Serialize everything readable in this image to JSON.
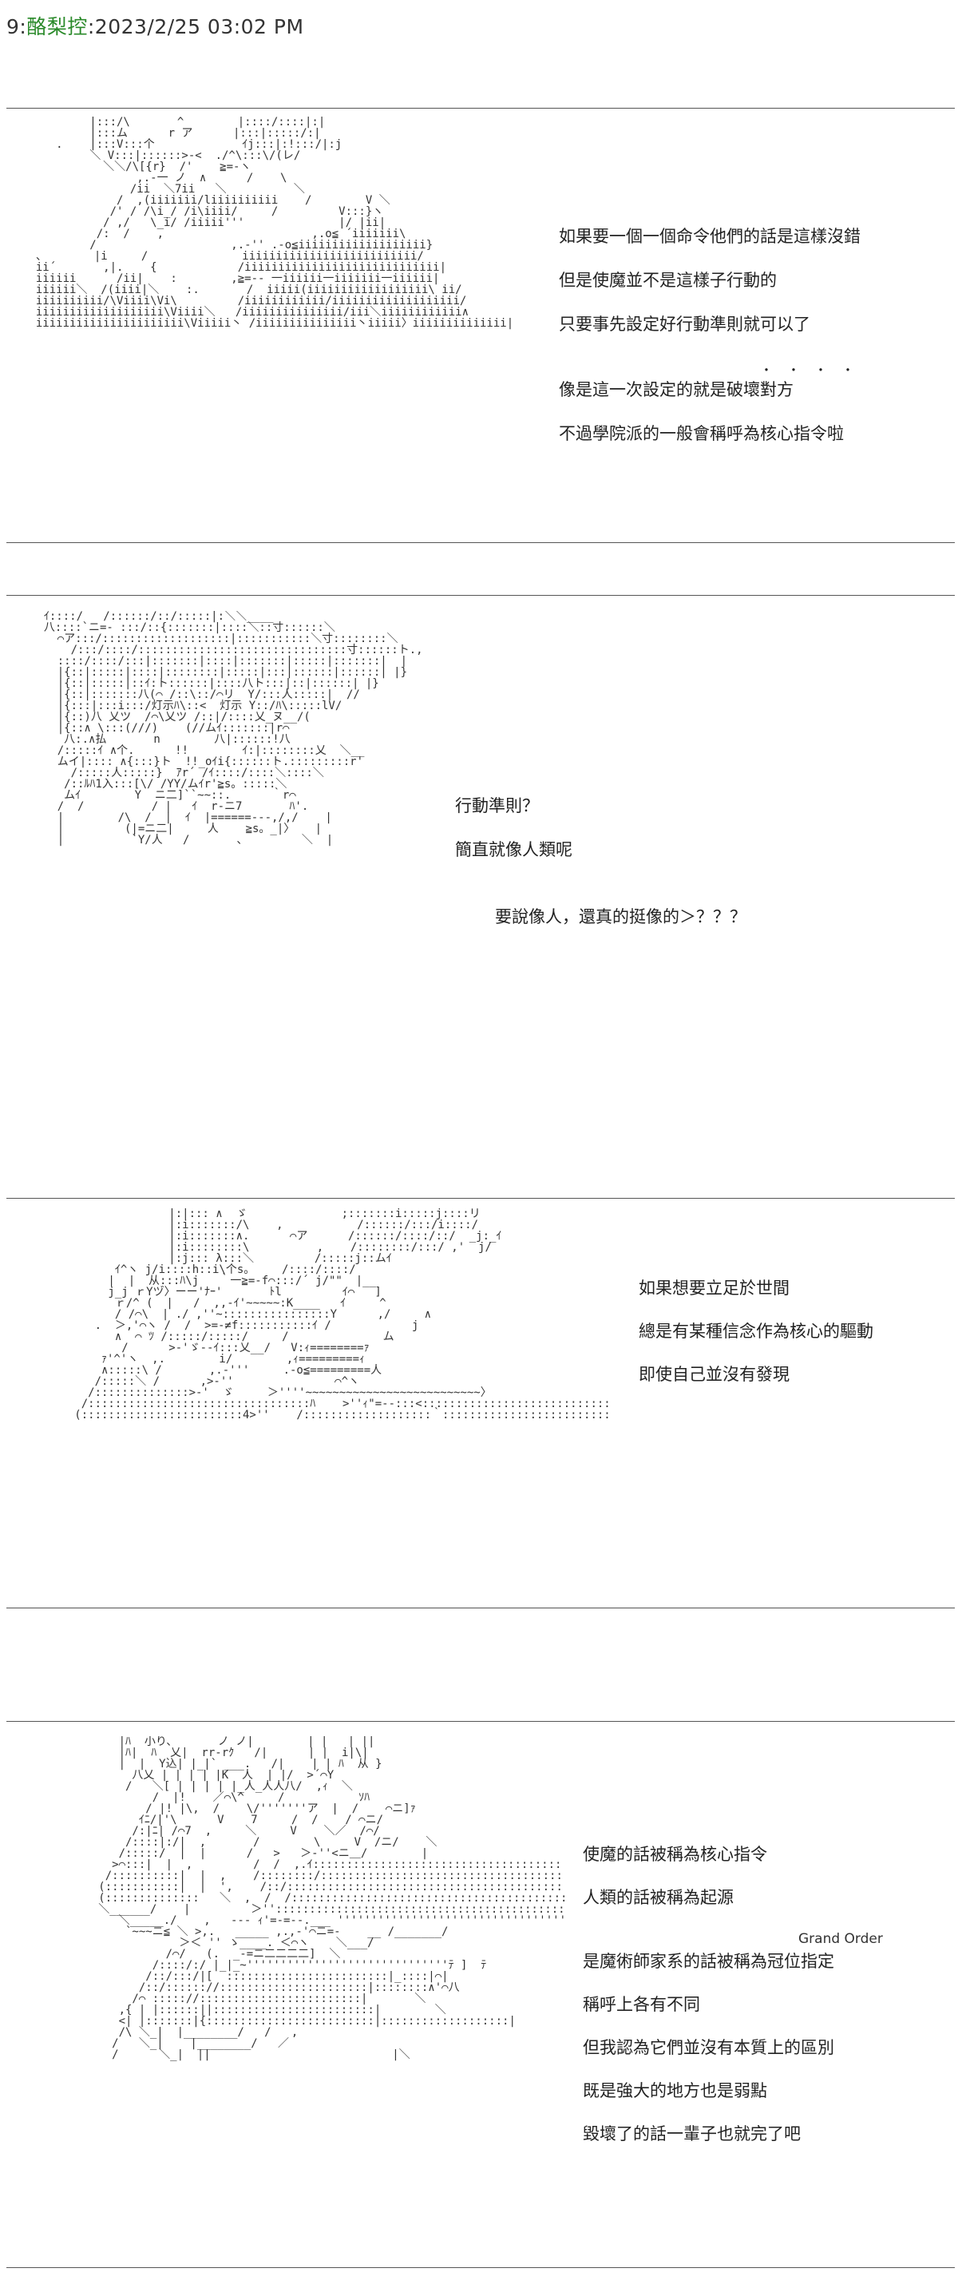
{
  "header": {
    "index": "9",
    "separator": ":",
    "author": "酪梨控",
    "timestamp": ":2023/2/25 03:02 PM"
  },
  "panels": [
    {
      "lines": [
        "如果要一個一個命令他們的話是這樣沒錯",
        "但是使魔並不是這樣子行動的",
        "只要事先設定好行動準則就可以了",
        "像是這一次設定的就是破壞對方",
        "不過學院派的一般會稱呼為核心指令啦"
      ],
      "emphasis_dots": "・・・・"
    },
    {
      "lines": [
        "行動準則？",
        "簡直就像人類呢",
        "要說像人，還真的挺像的＞？？？"
      ]
    },
    {
      "lines": [
        "如果想要立足於世間",
        "總是有某種信念作為核心的驅動",
        "即使自己並沒有發現"
      ]
    },
    {
      "lines": [
        "使魔的話被稱為核心指令",
        "人類的話被稱為起源",
        "是魔術師家系的話被稱為冠位指定",
        "稱呼上各有不同",
        "但我認為它們並沒有本質上的區別",
        "既是強大的地方也是弱點",
        "毀壞了的話一輩子也就完了吧"
      ],
      "ruby": "Grand Order"
    }
  ]
}
